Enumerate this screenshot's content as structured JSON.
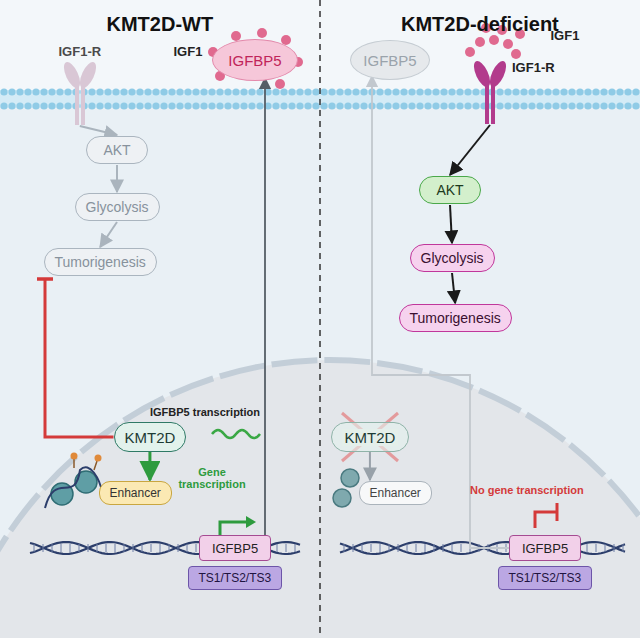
{
  "diagram": {
    "nodes": [
      {
        "text": [
          "IGF1-R"
        ]
      },
      {
        "text": [
          "IGFBP5"
        ]
      },
      {
        "text": [
          "AKT"
        ]
      },
      {
        "text": [
          "Glycolysis"
        ]
      },
      {
        "text": [
          "Tumorigenesis"
        ]
      },
      {
        "text": [
          "KMT2D"
        ]
      },
      {
        "text": [
          "Enhancer"
        ]
      },
      {
        "text": [
          "IGFBP5"
        ]
      },
      {
        "text": [
          "TS1/TS2/TS3"
        ]
      },
      {
        "text": [
          "IGFBP5"
        ]
      },
      {
        "text": [
          "IGF1-R"
        ]
      },
      {
        "text": [
          "AKT"
        ]
      },
      {
        "text": [
          "Glycolysis"
        ]
      },
      {
        "text": [
          "Tumorigenesis"
        ]
      },
      {
        "text": [
          "KMT2D"
        ]
      },
      {
        "text": [
          "Enhancer"
        ]
      },
      {
        "text": [
          "IGFBP5"
        ]
      },
      {
        "text": [
          "TS1/TS2/TS3"
        ]
      }
    ],
    "edges": [
      {
        "from": 0,
        "to": 2,
        "arrow": "to"
      },
      {
        "from": 2,
        "to": 3,
        "arrow": "to"
      },
      {
        "from": 3,
        "to": 4,
        "arrow": "to"
      },
      {
        "from": 5,
        "to": 4,
        "arrow": "to"
      },
      {
        "from": 5,
        "to": 6,
        "arrow": "to"
      },
      {
        "from": 7,
        "to": 1,
        "arrow": "to"
      },
      {
        "from": 10,
        "to": 11,
        "arrow": "to"
      },
      {
        "from": 11,
        "to": 12,
        "arrow": "to"
      },
      {
        "from": 12,
        "to": 13,
        "arrow": "to"
      },
      {
        "from": 16,
        "to": 9,
        "arrow": "to"
      },
      {
        "from": 14,
        "to": 15,
        "arrow": "to"
      }
    ],
    "labels": [
      "KMT2D-WT",
      "KMT2D-deficient",
      "IGF1",
      "IGFBP5 transcription",
      "Gene transcription",
      "IGF1",
      "No gene transcription"
    ]
  }
}
